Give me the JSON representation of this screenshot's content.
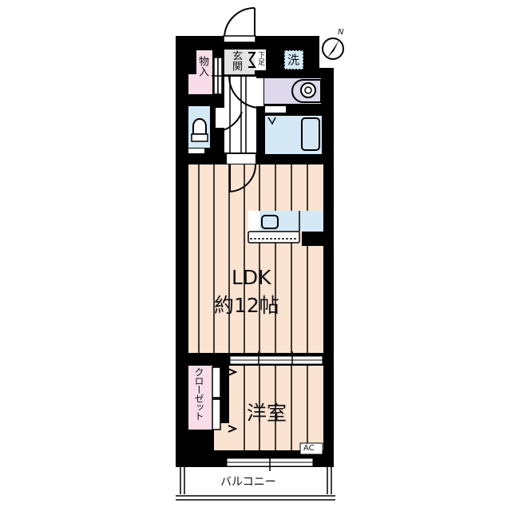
{
  "floor_plan": {
    "rooms": {
      "ldk": {
        "name": "LDK",
        "area": "約12帖"
      },
      "western_room": {
        "name": "洋室"
      },
      "closet": {
        "name": "クローゼット"
      },
      "storage": {
        "name": "物入"
      },
      "entrance": {
        "name": "玄関"
      },
      "shoe_box": {
        "name": "下足"
      },
      "washer": {
        "name": "洗"
      },
      "balcony": {
        "name": "バルコニー"
      },
      "ac": {
        "label": "AC"
      }
    },
    "compass": {
      "label": "N"
    },
    "colors": {
      "wall": "#000000",
      "floor_wood": "#fbe3d2",
      "wet_area": "#d4e8f6",
      "washroom": "#ddd8ec",
      "storage": "#f8dde9",
      "entrance": "#e2e2e2",
      "washer_pan": "#d4e8f6"
    }
  }
}
